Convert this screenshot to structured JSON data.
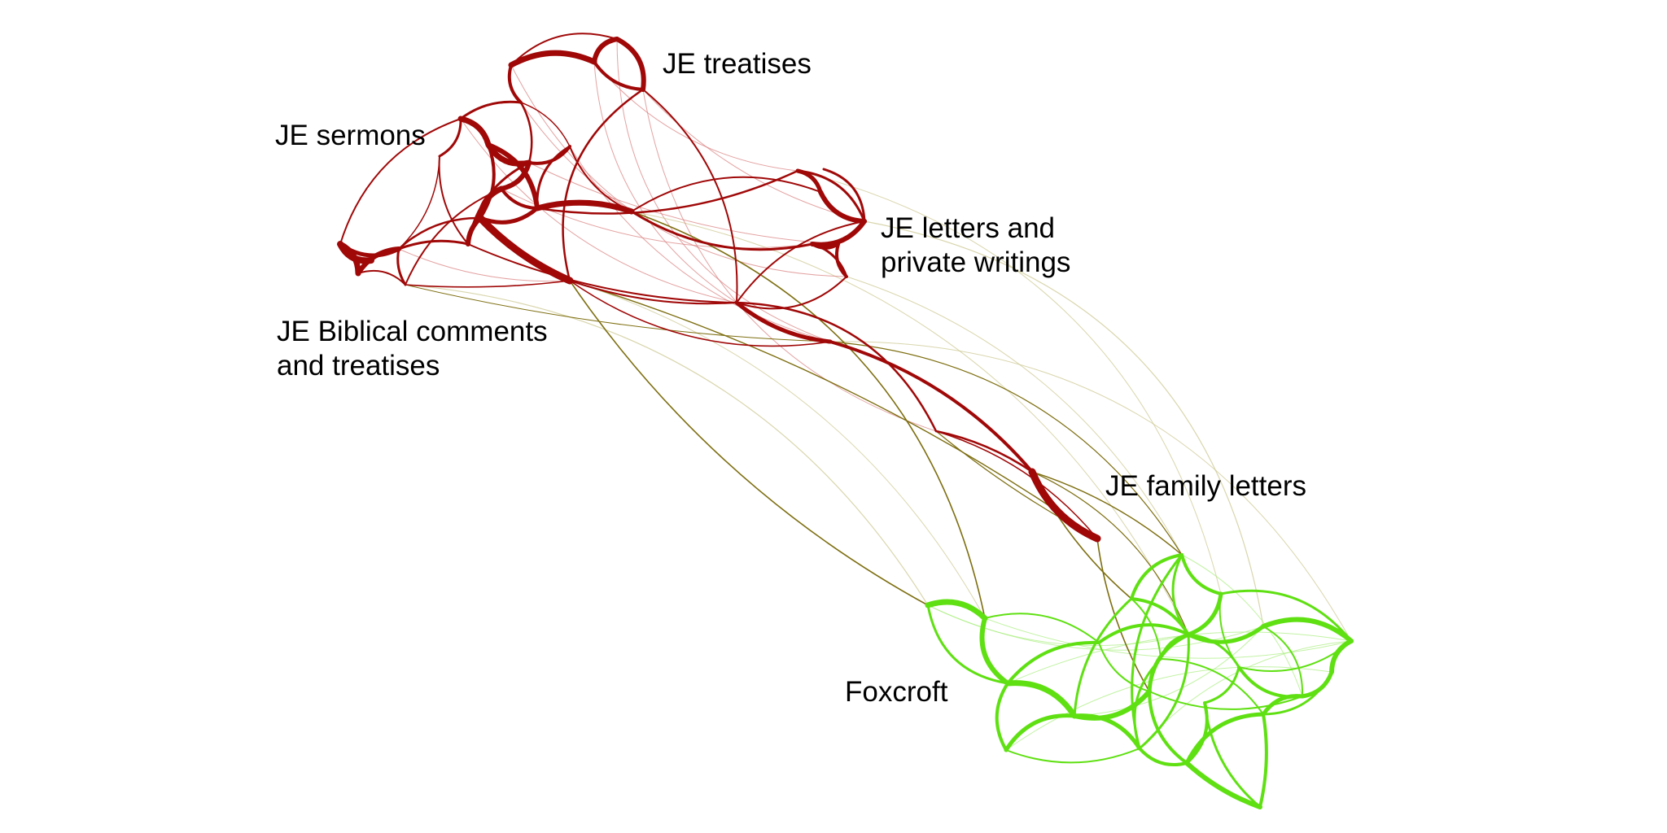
{
  "colors": {
    "je": "#a00808",
    "je_light": "#d87a7a",
    "foxcroft": "#5fe012",
    "foxcroft_light": "#a8ee7e",
    "bridge": "#7d6e10",
    "bridge_light": "#c9c48a",
    "background": "#ffffff"
  },
  "labels": {
    "je_treatises": "JE treatises",
    "je_sermons": "JE sermons",
    "je_letters_line1": "JE letters and",
    "je_letters_line2": "private writings",
    "je_biblical_line1": "JE Biblical comments",
    "je_biblical_line2": "and treatises",
    "je_family_letters": "JE family letters",
    "foxcroft": "Foxcroft"
  },
  "clusters": [
    {
      "id": "je_treatises",
      "group": "je"
    },
    {
      "id": "je_sermons",
      "group": "je"
    },
    {
      "id": "je_letters",
      "group": "je"
    },
    {
      "id": "je_biblical",
      "group": "je"
    },
    {
      "id": "je_family_letters",
      "group": "je"
    },
    {
      "id": "foxcroft",
      "group": "foxcroft"
    }
  ]
}
